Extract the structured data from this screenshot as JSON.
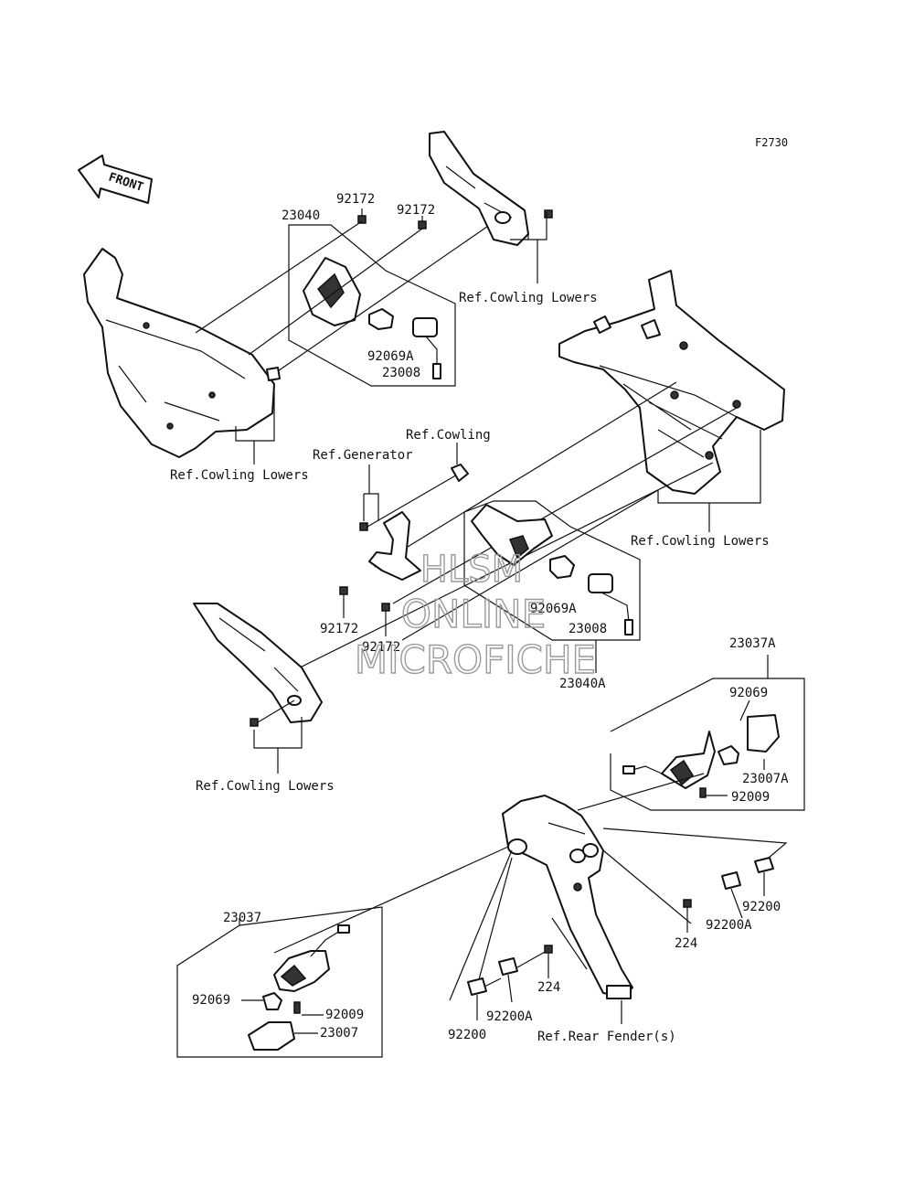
{
  "figure_id": "F2730",
  "front_label": "FRONT",
  "watermark": {
    "line1": "HLSM",
    "line2": "ONLINE",
    "line3": "MICROFICHE"
  },
  "callouts": {
    "p23040": "23040",
    "p92172_a": "92172",
    "p92172_b": "92172",
    "p92069A_a": "92069A",
    "p23008_a": "23008",
    "ref_cowling_lowers_a": "Ref.Cowling Lowers",
    "ref_cowling_lowers_b": "Ref.Cowling Lowers",
    "ref_cowling": "Ref.Cowling",
    "ref_generator": "Ref.Generator",
    "ref_cowling_lowers_c": "Ref.Cowling Lowers",
    "p92172_c": "92172",
    "p92172_d": "92172",
    "p92069A_b": "92069A",
    "p23008_b": "23008",
    "p23040A": "23040A",
    "ref_cowling_lowers_d": "Ref.Cowling Lowers",
    "p23037A": "23037A",
    "p92069_a": "92069",
    "p23007A": "23007A",
    "p92009_a": "92009",
    "p92200_a": "92200",
    "p224_a": "224",
    "p92200A_a": "92200A",
    "p23037": "23037",
    "p92069_b": "92069",
    "p92009_b": "92009",
    "p23007": "23007",
    "p224_b": "224",
    "p92200A_b": "92200A",
    "p92200_b": "92200",
    "ref_rear_fender": "Ref.Rear Fender(s)"
  }
}
